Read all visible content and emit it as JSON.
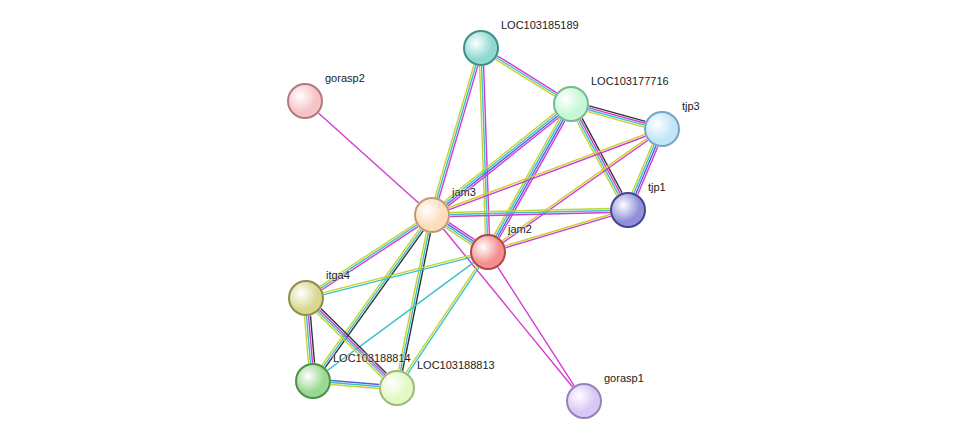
{
  "diagram": {
    "nodes": [
      {
        "text": [
          "LOC103185189"
        ]
      },
      {
        "text": [
          "gorasp2"
        ]
      },
      {
        "text": [
          "LOC103177716"
        ]
      },
      {
        "text": [
          "tjp3"
        ]
      },
      {
        "text": [
          "tjp1"
        ]
      },
      {
        "text": [
          "jam3"
        ]
      },
      {
        "text": [
          "jam2"
        ]
      },
      {
        "text": [
          "itga4"
        ]
      },
      {
        "text": [
          "LOC103188814"
        ]
      },
      {
        "text": [
          "LOC103188813"
        ]
      },
      {
        "text": [
          "gorasp1"
        ]
      }
    ],
    "edges": [
      {
        "from": 1,
        "to": 5,
        "arrow": "none"
      },
      {
        "from": 5,
        "to": 10,
        "arrow": "none"
      },
      {
        "from": 6,
        "to": 10,
        "arrow": "none"
      },
      {
        "from": 0,
        "to": 5,
        "arrow": "none"
      },
      {
        "from": 0,
        "to": 6,
        "arrow": "none"
      },
      {
        "from": 0,
        "to": 2,
        "arrow": "none"
      },
      {
        "from": 2,
        "to": 3,
        "arrow": "none"
      },
      {
        "from": 2,
        "to": 4,
        "arrow": "none"
      },
      {
        "from": 2,
        "to": 5,
        "arrow": "none"
      },
      {
        "from": 2,
        "to": 6,
        "arrow": "none"
      },
      {
        "from": 3,
        "to": 4,
        "arrow": "none"
      },
      {
        "from": 3,
        "to": 5,
        "arrow": "none"
      },
      {
        "from": 3,
        "to": 6,
        "arrow": "none"
      },
      {
        "from": 4,
        "to": 5,
        "arrow": "none"
      },
      {
        "from": 4,
        "to": 6,
        "arrow": "none"
      },
      {
        "from": 5,
        "to": 6,
        "arrow": "none"
      },
      {
        "from": 5,
        "to": 7,
        "arrow": "none"
      },
      {
        "from": 5,
        "to": 8,
        "arrow": "none"
      },
      {
        "from": 5,
        "to": 9,
        "arrow": "none"
      },
      {
        "from": 6,
        "to": 7,
        "arrow": "none"
      },
      {
        "from": 6,
        "to": 8,
        "arrow": "none"
      },
      {
        "from": 6,
        "to": 9,
        "arrow": "none"
      },
      {
        "from": 7,
        "to": 8,
        "arrow": "none"
      },
      {
        "from": 7,
        "to": 9,
        "arrow": "none"
      },
      {
        "from": 8,
        "to": 9,
        "arrow": "none"
      }
    ]
  }
}
